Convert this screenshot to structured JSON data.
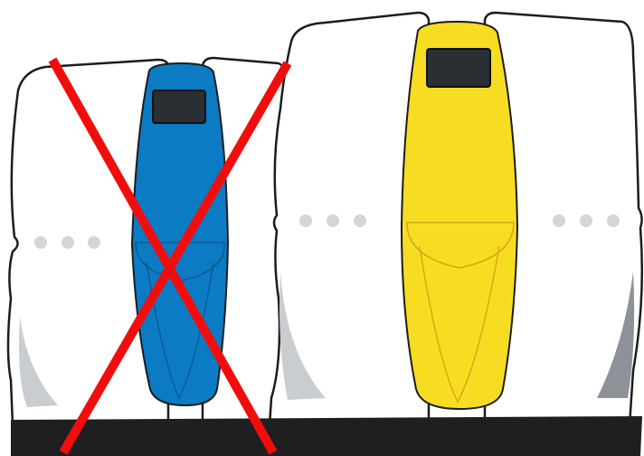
{
  "illustration": {
    "colors": {
      "background": "#ffffff",
      "shell": "#ffffff",
      "shell_outline": "#1c1c1c",
      "shell_shadow": "#c9ccd1",
      "base": "#1f1f21",
      "dots": "#d4d5d8",
      "blue_insert": "#0b7bc4",
      "yellow_insert": "#f7dd22",
      "window": "#2b2e33",
      "cross": "#f20d0d"
    },
    "items": [
      {
        "id": "left-unit",
        "insert_color": "blue",
        "crossed_out": true
      },
      {
        "id": "right-unit",
        "insert_color": "yellow",
        "crossed_out": false
      }
    ]
  }
}
